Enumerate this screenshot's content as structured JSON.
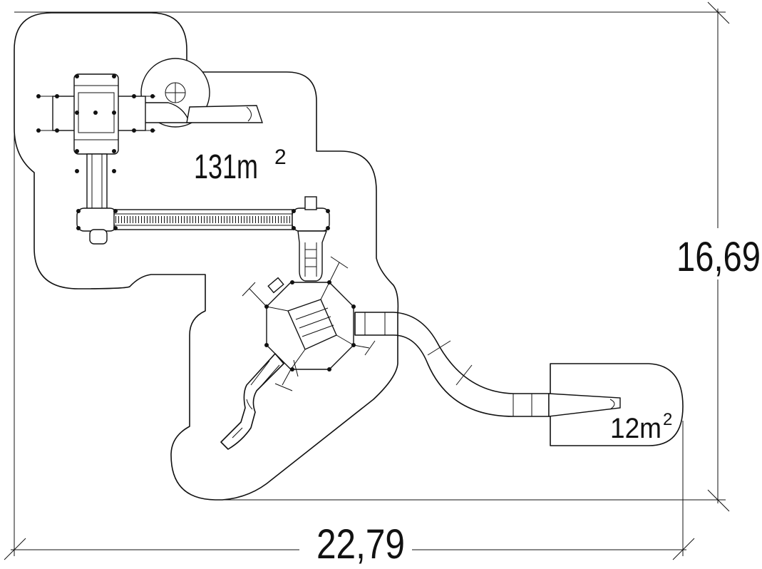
{
  "dimensions": {
    "height": "16,69",
    "width": "22,79"
  },
  "areas": {
    "main": {
      "value": "131m",
      "exp": "2"
    },
    "small": {
      "value": "12m",
      "exp": "2"
    }
  }
}
